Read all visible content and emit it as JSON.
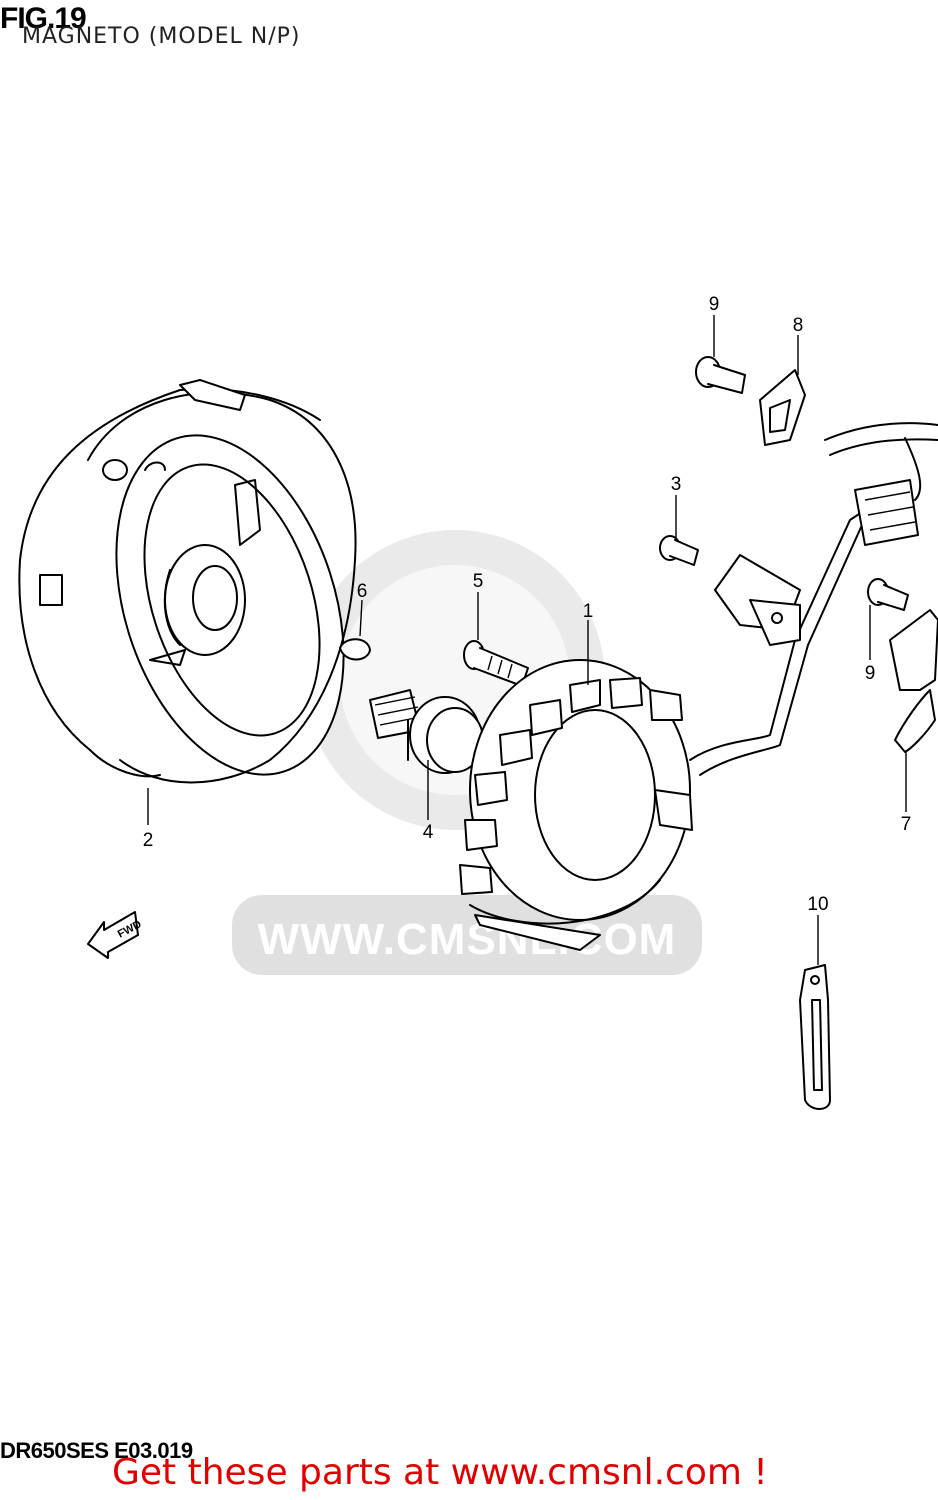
{
  "header": {
    "figure_number": "FIG.19",
    "title": "MAGNETO (MODEL N/P)"
  },
  "footer": {
    "drawing_code": "DR650SES E03.019",
    "call_to_action": "Get these parts at www.cmsnl.com !"
  },
  "watermark": {
    "text": "WWW.CMSNL.COM"
  },
  "fwd_arrow": {
    "label": "FWD"
  },
  "callouts": {
    "c1": "1",
    "c2": "2",
    "c3": "3",
    "c4": "4",
    "c5": "5",
    "c6": "6",
    "c7": "7",
    "c8": "8",
    "c9a": "9",
    "c9b": "9",
    "c10": "10"
  },
  "colors": {
    "cta_text": "#e00000",
    "watermark": "#d8d8d8",
    "line_art": "#000000"
  }
}
